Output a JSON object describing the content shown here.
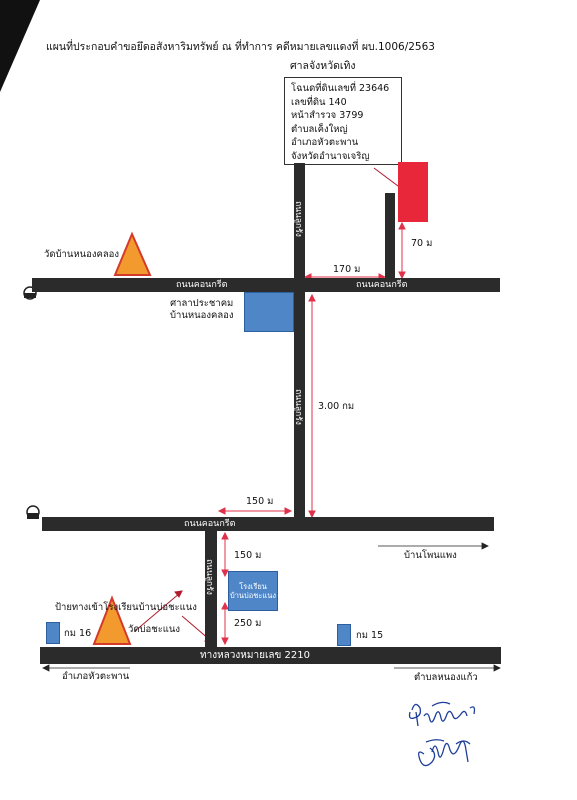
{
  "header": {
    "title": "แผนที่ประกอบคำขอยึดอสังหาริมทรัพย์ ณ ที่ทำการ คดีหมายเลขแดงที่ ผบ.1006/2563",
    "court": "ศาลจังหวัดเทิง"
  },
  "deed_info": {
    "lines": [
      "โฉนดที่ดินเลขที่ 23646",
      "เลขที่ดิน 140",
      "หน้าสำรวจ 3799",
      "ตำบลเค็งใหญ่",
      "อำเภอหัวตะพาน",
      "จังหวัดอำนาจเจริญ"
    ]
  },
  "roads": {
    "concrete_upper": "ถนนคอนกรีต",
    "concrete_upper_right": "ถนนคอนกรีต",
    "concrete_lower": "ถนนคอนกรีต",
    "soil_vertical_top": "ถนนลูกรัง",
    "soil_vertical_middle": "ถนนลูกรัง",
    "soil_vertical_bottom": "ถนนลูกรัง",
    "highway": "ทางหลวงหมายเลข 2210"
  },
  "places": {
    "temple_top": "วัดบ้านหนองคลอง",
    "sala": "ศาลาประชาคม\nบ้านหนองคลอง",
    "school_sign": "ป้ายทางเข้าโรงเรียนบ้านบ่อชะแนง",
    "school": "โรงเรียน\nบ้านบ่อชะแนง",
    "temple_bottom": "วัดบ่อชะแนง",
    "km16": "กม 16",
    "km15": "กม 15"
  },
  "distances": {
    "d70": "70 ม",
    "d170": "170 ม",
    "d300": "3.00 กม",
    "d150a": "150 ม",
    "d150b": "150 ม",
    "d250": "250 ม"
  },
  "directions": {
    "ban_phon_phaeng": "บ้านโพนแพง",
    "amphoe_hua_taphan": "อำเภอหัวตะพาน",
    "tambon_nong_kaeo": "ตำบลหนองแก้ว"
  },
  "signatures": {
    "signature_1": "ลายมือชื่อ",
    "signature_2": "ลายมือชื่อ"
  },
  "colors": {
    "road": "#2b2b2b",
    "plot": "#e8283a",
    "temple": "#f29a2e",
    "building": "#4e86c8",
    "dimension_line": "#e0304a"
  }
}
